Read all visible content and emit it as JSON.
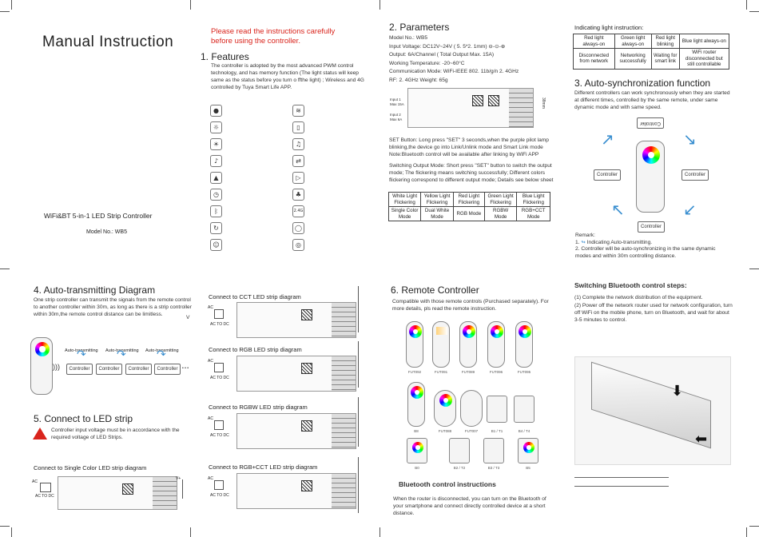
{
  "left_panel": {
    "title": "Manual Instruction",
    "product_name": "WiFi&BT 5-in-1 LED Strip Controller",
    "model_no": "Model No.: WB5"
  },
  "notice": {
    "line1": "Please read the instructions carefully",
    "line2": "before using the controller."
  },
  "features": {
    "heading": "1. Features",
    "text": "The controller is adopted by the most advanced PWM control technology, and has memory function (The light status will keep same as the status before you turn o ffthe light) ; Wireless and 4G controlled by Tuya Smart Life APP.",
    "icons_left": [
      "palette-icon",
      "brightness-icon",
      "sun-icon",
      "music-icon",
      "scene-icon",
      "timer-icon",
      "bluetooth-icon",
      "sync-icon",
      "face-icon"
    ],
    "icons_right": [
      "wifi-icon",
      "phone-icon",
      "mic-icon",
      "share-icon",
      "play-icon",
      "octopus-icon",
      "wifi-24g-icon",
      "alexa-icon",
      "google-icon"
    ],
    "wifi_band_label": "2.4G"
  },
  "parameters": {
    "heading": "2. Parameters",
    "lines": [
      "Model No.: WB5",
      "Input Voltage: DC12V~24V ( 5. 5*2. 1mm) ⊖-⊙-⊕",
      "Output: 6A/Channel ( Total Output Max. 15A)",
      "Working Temperature: -20~60°C",
      "Communication Mode: WiFi-IEEE 802. 11b/g/n 2. 4GHz",
      "RF: 2. 4GHz      Weight: 65g"
    ],
    "input_label": "Input 1 Max 15A",
    "input2_label": "Input 2 Max 6A",
    "dimension_label": "38mm",
    "set_button_text": "SET Button: Long press \"SET\" 3 seconds,when the purple pilot lamp blinking,the device go into Link/Unlink mode and Smart Link mode Note:Bluetooth control will be available after linking by WiFi APP",
    "switching_text": "Switching Output Mode: Short press \"SET\" button to switch the output mode; The                    flickering means switching successfully; Different colors flickering correspond to different output mode; Details see below sheet",
    "mode_table": {
      "row1": [
        "White Light Flickering",
        "Yellow Light Flickering",
        "Red Light Flickering",
        "Green Light Flickering",
        "Blue Light Flickering"
      ],
      "row2": [
        "Single Color Mode",
        "Dual White Mode",
        "RGB Mode",
        "RGBW Mode",
        "RGB+CCT Mode"
      ]
    }
  },
  "light_instruction": {
    "heading": "Indicating light instruction:",
    "row1": [
      "Red light always-on",
      "Green light always-on",
      "Red light blinking",
      "Blue light always-on"
    ],
    "row2": [
      "Disconnected from network",
      "Networking successfully",
      "Waiting for smart link",
      "WiFi router disconnected but still controllable"
    ]
  },
  "auto_sync": {
    "heading": "3. Auto-synchronization function",
    "text": "Different controllers can work synchronously when they are started at different times, controlled by the same remote, under same dynamic mode and with same speed.",
    "controller_label": "Controller",
    "remark_title": "Remark:",
    "remark1_prefix": "1.",
    "remark1": "Indicating Auto-transmitting.",
    "remark2": "2. Controller will be auto-synchronizing in the same dynamic modes and within 30m controlling distance."
  },
  "auto_transmit": {
    "heading": "4. Auto-transmitting Diagram",
    "text": "One strip controller can transmit the signals from the remote control to another controller within 30m, as long as there is a strip controller within 30m,the remote control distance can be limitless.",
    "stray_char": "V",
    "arrow_label": "Auto-transmitting",
    "controller_label": "Controller",
    "ellipsis": "• • •"
  },
  "connect": {
    "heading": "5. Connect to LED strip",
    "warning": "Controller input voltage must be in accordance with the required voltage of LED Strips.",
    "single": "Connect to Single Color LED strip diagram",
    "cct": "Connect to CCT LED strip diagram",
    "rgb": "Connect to RGB LED strip diagram",
    "rgbw": "Connect to RGBW LED strip diagram",
    "rgbcct": "Connect to RGB+CCT LED strip diagram",
    "ac_label": "AC",
    "acdc_label": "AC TO DC",
    "v_label": "V+"
  },
  "remote": {
    "heading": "6. Remote Controller",
    "text": "Compatible with those remote controls (Purchased separately). For more details, pls read the remote instruction.",
    "row1_labels": [
      "FUT092",
      "FUT091",
      "FUT089",
      "FUT096",
      "FUT095"
    ],
    "row2_labels": [
      "B8",
      "FUT088",
      "FUT007",
      "B1 / T1",
      "B4 / T4"
    ],
    "row3_labels": [
      "B0",
      "B2 / T2",
      "B3 / T3",
      "B5"
    ]
  },
  "bluetooth": {
    "switch_heading": "Switching Bluetooth control steps:",
    "step1": "(1) Complete the network distribution of the equipment.",
    "step2": "(2) Power off the network router used for network configuration, turn off WiFi on the mobile phone, turn on Bluetooth, and wait for about 3-5  minutes to control.",
    "instr_heading": "Bluetooth control instructions",
    "instr_text": "When the router is disconnected, you can turn on the Bluetooth of your smartphone and connect directly controlled device at a short distance."
  },
  "colors": {
    "accent_red": "#d9241c",
    "arrow_blue": "#3a8fd0",
    "text": "#222222"
  }
}
